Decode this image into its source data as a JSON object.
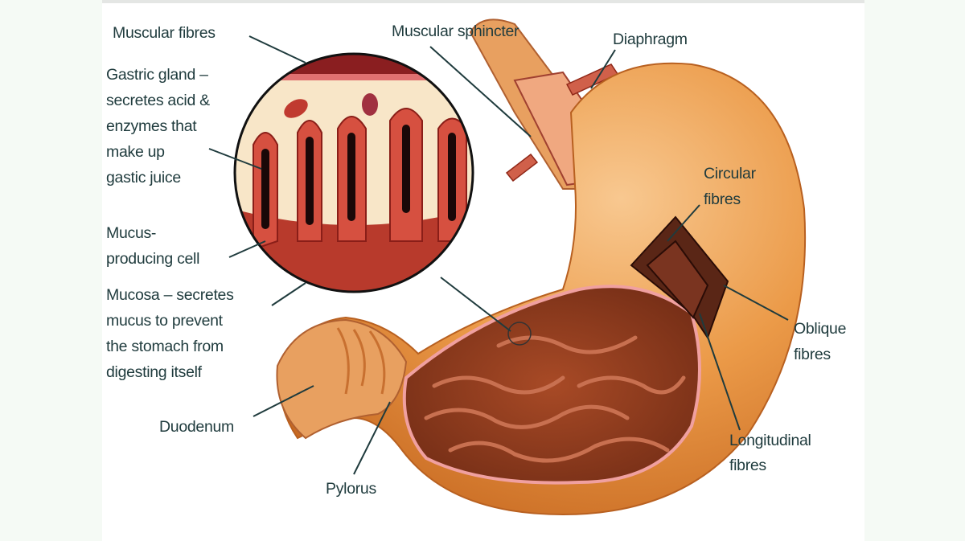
{
  "diagram": {
    "labels": {
      "muscular_fibres": "Muscular fibres",
      "gastric_gland": [
        "Gastric gland –",
        "secretes acid &",
        "enzymes that",
        "make up",
        "gastic juice"
      ],
      "mucus_cell": [
        "Mucus-",
        "producing cell"
      ],
      "mucosa": [
        "Mucosa – secretes",
        "mucus to prevent",
        "the stomach from",
        "digesting itself"
      ],
      "duodenum": "Duodenum",
      "pylorus": "Pylorus",
      "muscular_sphincter": "Muscular sphincter",
      "diaphragm": "Diaphragm",
      "circular_fibres": [
        "Circular",
        "fibres"
      ],
      "oblique_fibres": [
        "Oblique",
        "fibres"
      ],
      "longitudinal_fibres": [
        "Longitudinal",
        "fibres"
      ]
    },
    "colors": {
      "stomach": "#e8973f",
      "interior": "#8a3a1e",
      "text": "#1f3b3d"
    }
  }
}
